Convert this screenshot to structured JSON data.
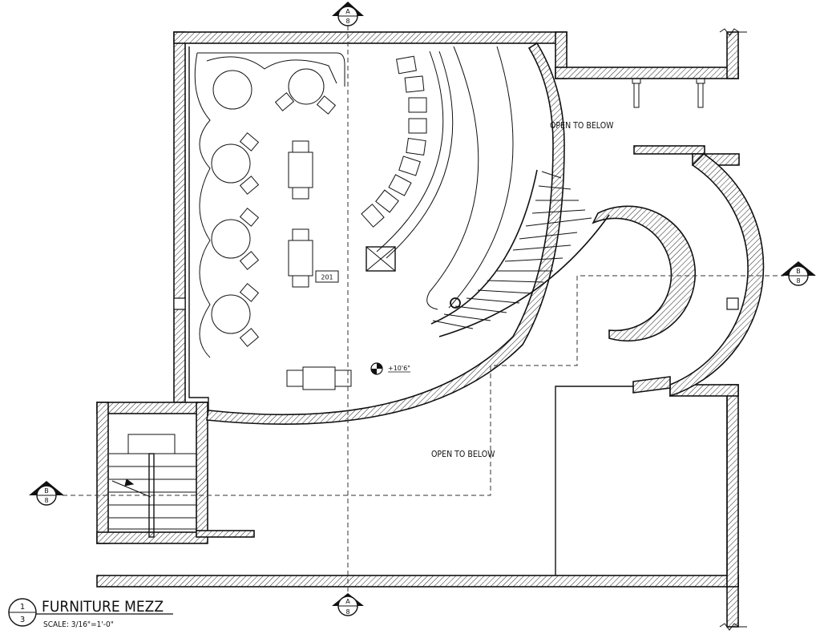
{
  "drawing": {
    "title": "FURNITURE MEZZ",
    "scale": "SCALE: 3/16\"=1'-0\"",
    "view_number": "1",
    "sheet_number": "3"
  },
  "labels": {
    "open_to_below_upper": "OPEN TO BELOW",
    "open_to_below_lower": "OPEN TO BELOW",
    "room_tag": "201",
    "elevation": "+10'6\""
  },
  "section_markers": [
    {
      "id": "top",
      "letter": "A",
      "sheet": "8"
    },
    {
      "id": "bottom",
      "letter": "A",
      "sheet": "8"
    },
    {
      "id": "left",
      "letter": "B",
      "sheet": "8"
    },
    {
      "id": "right",
      "letter": "B",
      "sheet": "8"
    }
  ]
}
